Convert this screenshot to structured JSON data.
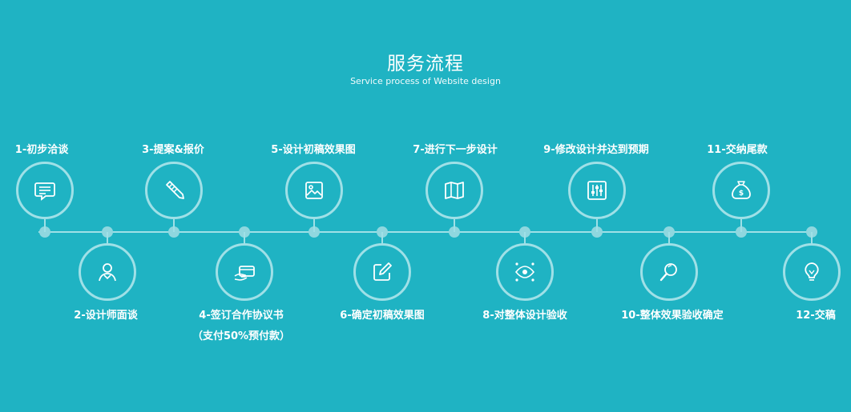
{
  "header": {
    "title": "服务流程",
    "subtitle": "Service process of Website design"
  },
  "steps": [
    {
      "label": "1-初步洽谈"
    },
    {
      "label": "2-设计师面谈"
    },
    {
      "label": "3-提案&报价"
    },
    {
      "label": "4-签订合作协议书",
      "note": "（支付50%预付款）"
    },
    {
      "label": "5-设计初稿效果图"
    },
    {
      "label": "6-确定初稿效果图"
    },
    {
      "label": "7-进行下一步设计"
    },
    {
      "label": "8-对整体设计验收"
    },
    {
      "label": "9-修改设计并达到预期"
    },
    {
      "label": "10-整体效果验收确定"
    },
    {
      "label": "11-交纳尾款"
    },
    {
      "label": "12-交稿"
    }
  ],
  "icons": [
    "chat-bubble-icon",
    "user-icon",
    "pencil-icon",
    "card-hand-icon",
    "image-icon",
    "edit-icon",
    "map-icon",
    "eye-network-icon",
    "sliders-icon",
    "magnifier-icon",
    "money-bag-icon",
    "lightbulb-icon"
  ],
  "colors": {
    "background": "#1fb3c3",
    "line": "#9fe0e7",
    "dot": "#8fd7df",
    "text": "#ffffff"
  }
}
